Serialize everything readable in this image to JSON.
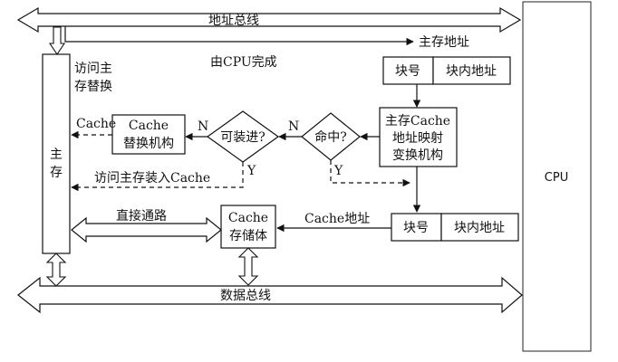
{
  "address_bus": "地址总线",
  "main_memory_address": "主存地址",
  "done_by_cpu": "由CPU完成",
  "access_replace": [
    "访问主",
    "存替换"
  ],
  "block_number": "块号",
  "block_offset": "块内地址",
  "mapping_unit": [
    "主存Cache",
    "地址映射",
    "变换机构"
  ],
  "replace_unit": [
    "Cache",
    "替换机构"
  ],
  "can_load": "可装进?",
  "hit": "命中?",
  "cache_label": "Cache",
  "n_label": "N",
  "y_label": "Y",
  "main_memory": [
    "主",
    "存"
  ],
  "load_cache": "访问主存装入Cache",
  "direct_path": "直接通路",
  "cache_store": [
    "Cache",
    "存储体"
  ],
  "cache_address": "Cache地址",
  "data_bus": "数据总线",
  "cpu": "CPU"
}
